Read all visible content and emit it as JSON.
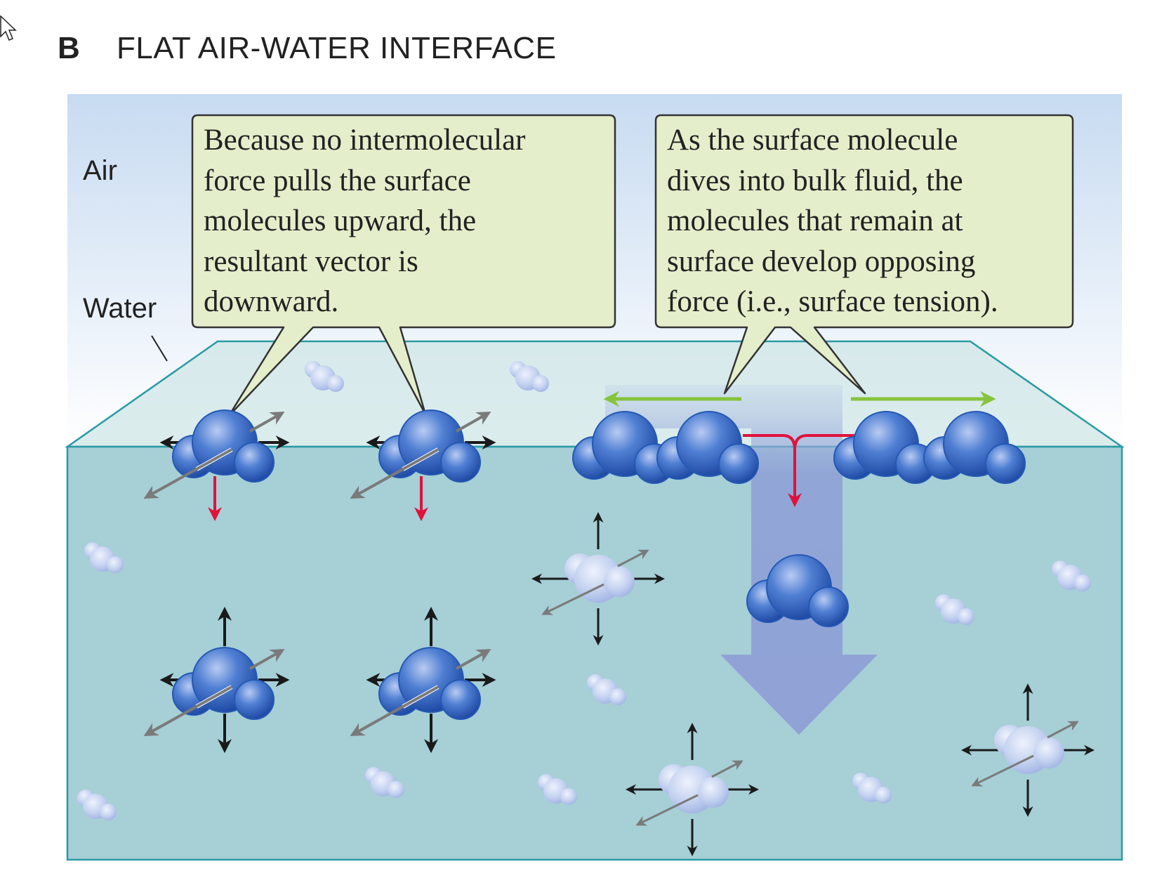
{
  "figure": {
    "panel_letter": "B",
    "title": "FLAT AIR-WATER INTERFACE",
    "labels": {
      "air": "Air",
      "water": "Water"
    },
    "callout_left": [
      "Because no intermolecular",
      "force pulls the surface",
      "molecules upward, the",
      "resultant vector is",
      "downward."
    ],
    "callout_right": [
      "As the surface molecule",
      "dives into bulk fluid, the",
      "molecules that remain at",
      "surface develop opposing",
      "force (i.e., surface tension)."
    ]
  },
  "colors": {
    "sky_top": "#c7dbf1",
    "sky_bottom": "#ffffff",
    "water_front": "#a6cfd6",
    "water_top": "#cfe6e6",
    "edge": "#2a9aa5",
    "callout_fill": "#e4eecb",
    "molecule_dark": "#2b5cb8",
    "molecule_light": "#c8d6f2",
    "vector_black": "#1a1a1a",
    "vector_gray": "#7a7a7a",
    "vector_red": "#e0123c",
    "vector_green": "#86c43c",
    "dive_arrow": "#8e9fd6"
  }
}
